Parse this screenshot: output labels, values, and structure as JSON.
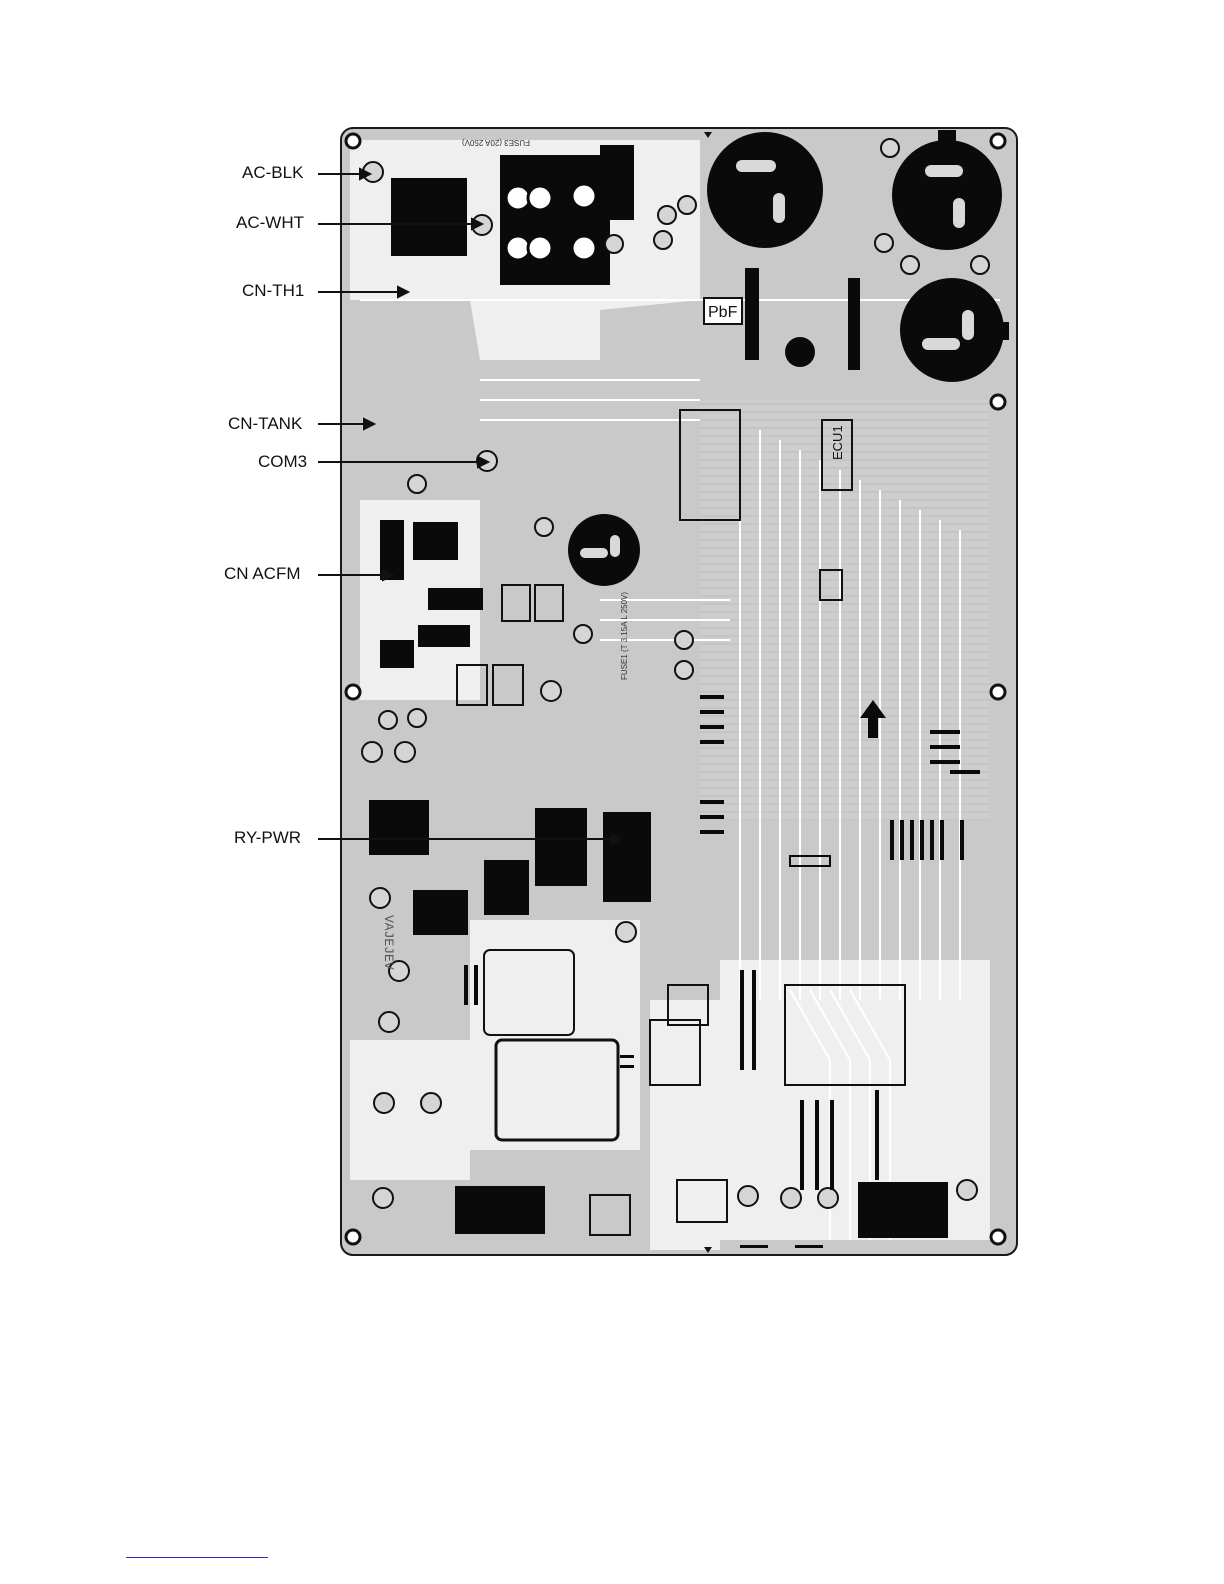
{
  "diagram": {
    "callouts": [
      {
        "id": "ac-blk",
        "label": "AC-BLK"
      },
      {
        "id": "ac-wht",
        "label": "AC-WHT"
      },
      {
        "id": "cn-th1",
        "label": "CN-TH1"
      },
      {
        "id": "cn-tank",
        "label": "CN-TANK"
      },
      {
        "id": "com3",
        "label": "COM3"
      },
      {
        "id": "cn-acfm",
        "label": "CN ACFM"
      },
      {
        "id": "ry-pwr",
        "label": "RY-PWR"
      }
    ],
    "board_markings": {
      "pbf": "PbF",
      "ecu1": "ECU1",
      "lot_code": "VAJEJEV",
      "fuse3": "FUSE3 (20A 250V)",
      "fuse1": "FUSE1 (T 3.15A L 250V)"
    }
  },
  "colors": {
    "board": "#c9c9c9",
    "trace": "#f2f2f2",
    "component": "#0a0a0a",
    "outline": "#1a1a1a",
    "footer_rule": "#2b2bb5"
  }
}
